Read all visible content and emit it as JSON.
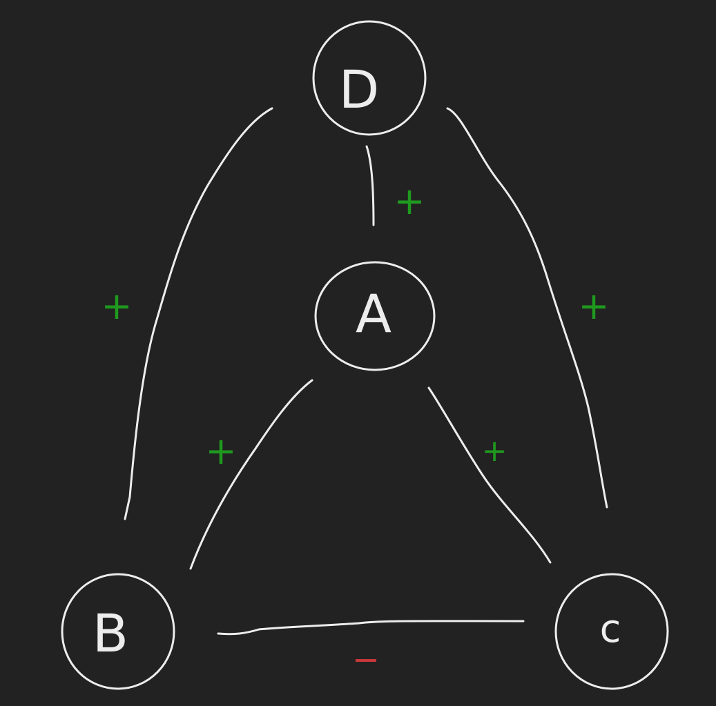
{
  "nodes": {
    "D": "D",
    "A": "A",
    "B": "B",
    "C": "c"
  },
  "edges": [
    {
      "from": "D",
      "to": "A",
      "sign": "+"
    },
    {
      "from": "D",
      "to": "B",
      "sign": "+"
    },
    {
      "from": "D",
      "to": "C",
      "sign": "+"
    },
    {
      "from": "A",
      "to": "B",
      "sign": "+"
    },
    {
      "from": "A",
      "to": "C",
      "sign": "+"
    },
    {
      "from": "B",
      "to": "C",
      "sign": "−"
    }
  ],
  "colors": {
    "background": "#222222",
    "stroke": "#ededed",
    "positive": "#1f9a1f",
    "negative": "#c8383a"
  }
}
